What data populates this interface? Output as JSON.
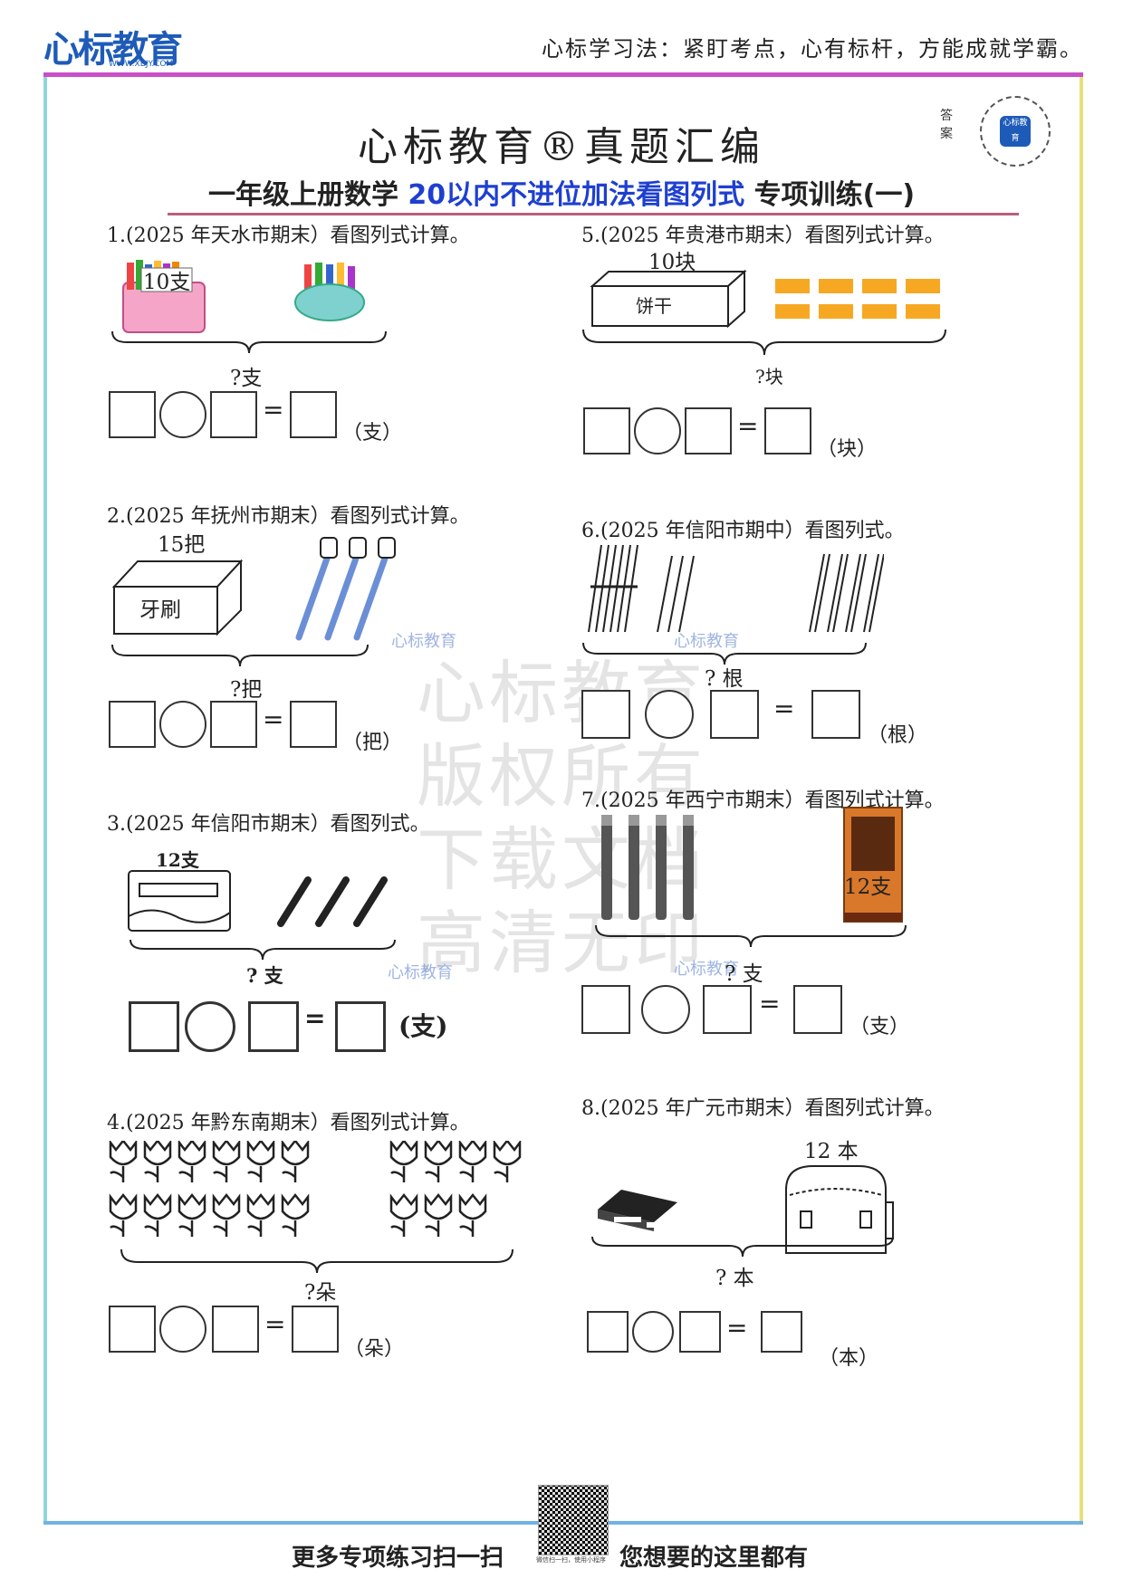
{
  "header": {
    "logo": "心标教育",
    "logo_sub": "WWW.XBJY.COM",
    "slogan": "心标学习法：紧盯考点，心有标杆，方能成就学霸。",
    "answer_label": "答案",
    "qr_label": "心标教育"
  },
  "title": "心标教育®真题汇编",
  "subtitle": {
    "prefix": "一年级上册数学",
    "highlight": "20以内不进位加法看图列式",
    "suffix": "专项训练(一)"
  },
  "watermark": {
    "lines": [
      "心标教育",
      "版权所有",
      "下载文档",
      "高清无印"
    ],
    "small": "心标教育"
  },
  "questions": [
    {
      "num": "1.",
      "text": "(2025 年天水市期末）看图列式计算。",
      "labels": [
        "10支",
        "?支"
      ],
      "unit": "（支）"
    },
    {
      "num": "2.",
      "text": "(2025 年抚州市期末）看图列式计算。",
      "labels": [
        "15把",
        "牙刷",
        "?把"
      ],
      "unit": "（把）"
    },
    {
      "num": "3.",
      "text": "(2025 年信阳市期末）看图列式。",
      "labels": [
        "12支",
        "? 支"
      ],
      "unit": "(支)"
    },
    {
      "num": "4.",
      "text": "(2025 年黔东南期末）看图列式计算。",
      "labels": [
        "?朵"
      ],
      "unit": "（朵）"
    },
    {
      "num": "5.",
      "text": "(2025 年贵港市期末）看图列式计算。",
      "labels": [
        "10块",
        "饼干",
        "?块"
      ],
      "unit": "（块）"
    },
    {
      "num": "6.",
      "text": "(2025 年信阳市期中）看图列式。",
      "labels": [
        "? 根"
      ],
      "unit": "（根）"
    },
    {
      "num": "7.",
      "text": "(2025 年西宁市期末）看图列式计算。",
      "labels": [
        "12支",
        "? 支"
      ],
      "unit": "（支）"
    },
    {
      "num": "8.",
      "text": "(2025 年广元市期末）看图列式计算。",
      "labels": [
        "12 本",
        "? 本"
      ],
      "unit": "（本）"
    }
  ],
  "footer": {
    "left": "更多专项练习扫一扫",
    "right": "您想要的这里都有",
    "qr_caption": "微信扫一扫，使用小程序"
  },
  "colors": {
    "top_line": "#c94fc7",
    "left_frame": "#8fd6dc",
    "right_frame": "#e8df7a",
    "bottom_line": "#6fb3e6",
    "highlight": "#1e3fd0",
    "logo": "#1e5bb8"
  }
}
